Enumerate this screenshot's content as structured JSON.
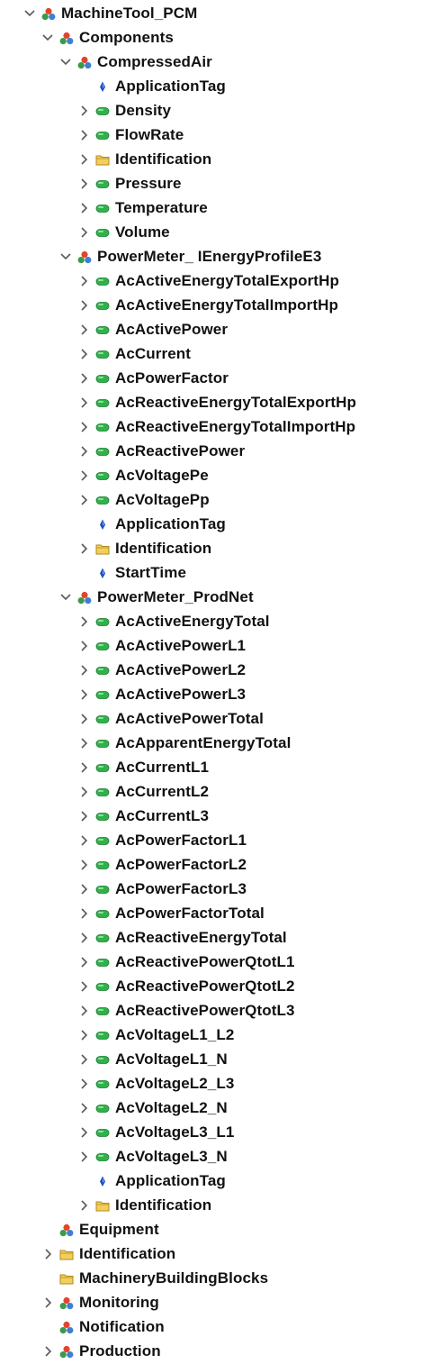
{
  "colors": {
    "text": "#111111",
    "twisty": "#595959",
    "variable_green": "#2fb24a",
    "folder_yellow": "#f2cf5b",
    "property_blue": "#1f4fc4",
    "object_red": "#e2452b",
    "object_green": "#3a9a4a",
    "object_blue": "#3f7fd3"
  },
  "tree": [
    {
      "level": 0,
      "twisty": "expanded",
      "icon": "object-icon",
      "label": "MachineTool_PCM"
    },
    {
      "level": 1,
      "twisty": "expanded",
      "icon": "object-icon",
      "label": "Components"
    },
    {
      "level": 2,
      "twisty": "expanded",
      "icon": "object-icon",
      "label": "CompressedAir"
    },
    {
      "level": 3,
      "twisty": "none",
      "icon": "property-icon",
      "label": "ApplicationTag"
    },
    {
      "level": 3,
      "twisty": "collapsed",
      "icon": "variable-icon",
      "label": "Density"
    },
    {
      "level": 3,
      "twisty": "collapsed",
      "icon": "variable-icon",
      "label": "FlowRate"
    },
    {
      "level": 3,
      "twisty": "collapsed",
      "icon": "folder-icon",
      "label": "Identification"
    },
    {
      "level": 3,
      "twisty": "collapsed",
      "icon": "variable-icon",
      "label": "Pressure"
    },
    {
      "level": 3,
      "twisty": "collapsed",
      "icon": "variable-icon",
      "label": "Temperature"
    },
    {
      "level": 3,
      "twisty": "collapsed",
      "icon": "variable-icon",
      "label": "Volume"
    },
    {
      "level": 2,
      "twisty": "expanded",
      "icon": "object-icon",
      "label": "PowerMeter_ IEnergyProfileE3"
    },
    {
      "level": 3,
      "twisty": "collapsed",
      "icon": "variable-icon",
      "label": "AcActiveEnergyTotalExportHp"
    },
    {
      "level": 3,
      "twisty": "collapsed",
      "icon": "variable-icon",
      "label": "AcActiveEnergyTotalImportHp"
    },
    {
      "level": 3,
      "twisty": "collapsed",
      "icon": "variable-icon",
      "label": "AcActivePower"
    },
    {
      "level": 3,
      "twisty": "collapsed",
      "icon": "variable-icon",
      "label": "AcCurrent"
    },
    {
      "level": 3,
      "twisty": "collapsed",
      "icon": "variable-icon",
      "label": "AcPowerFactor"
    },
    {
      "level": 3,
      "twisty": "collapsed",
      "icon": "variable-icon",
      "label": "AcReactiveEnergyTotalExportHp"
    },
    {
      "level": 3,
      "twisty": "collapsed",
      "icon": "variable-icon",
      "label": "AcReactiveEnergyTotalImportHp"
    },
    {
      "level": 3,
      "twisty": "collapsed",
      "icon": "variable-icon",
      "label": "AcReactivePower"
    },
    {
      "level": 3,
      "twisty": "collapsed",
      "icon": "variable-icon",
      "label": "AcVoltagePe"
    },
    {
      "level": 3,
      "twisty": "collapsed",
      "icon": "variable-icon",
      "label": "AcVoltagePp"
    },
    {
      "level": 3,
      "twisty": "none",
      "icon": "property-icon",
      "label": "ApplicationTag"
    },
    {
      "level": 3,
      "twisty": "collapsed",
      "icon": "folder-icon",
      "label": "Identification"
    },
    {
      "level": 3,
      "twisty": "none",
      "icon": "property-icon",
      "label": "StartTime"
    },
    {
      "level": 2,
      "twisty": "expanded",
      "icon": "object-icon",
      "label": "PowerMeter_ProdNet"
    },
    {
      "level": 3,
      "twisty": "collapsed",
      "icon": "variable-icon",
      "label": "AcActiveEnergyTotal"
    },
    {
      "level": 3,
      "twisty": "collapsed",
      "icon": "variable-icon",
      "label": "AcActivePowerL1"
    },
    {
      "level": 3,
      "twisty": "collapsed",
      "icon": "variable-icon",
      "label": "AcActivePowerL2"
    },
    {
      "level": 3,
      "twisty": "collapsed",
      "icon": "variable-icon",
      "label": "AcActivePowerL3"
    },
    {
      "level": 3,
      "twisty": "collapsed",
      "icon": "variable-icon",
      "label": "AcActivePowerTotal"
    },
    {
      "level": 3,
      "twisty": "collapsed",
      "icon": "variable-icon",
      "label": "AcApparentEnergyTotal"
    },
    {
      "level": 3,
      "twisty": "collapsed",
      "icon": "variable-icon",
      "label": "AcCurrentL1"
    },
    {
      "level": 3,
      "twisty": "collapsed",
      "icon": "variable-icon",
      "label": "AcCurrentL2"
    },
    {
      "level": 3,
      "twisty": "collapsed",
      "icon": "variable-icon",
      "label": "AcCurrentL3"
    },
    {
      "level": 3,
      "twisty": "collapsed",
      "icon": "variable-icon",
      "label": "AcPowerFactorL1"
    },
    {
      "level": 3,
      "twisty": "collapsed",
      "icon": "variable-icon",
      "label": "AcPowerFactorL2"
    },
    {
      "level": 3,
      "twisty": "collapsed",
      "icon": "variable-icon",
      "label": "AcPowerFactorL3"
    },
    {
      "level": 3,
      "twisty": "collapsed",
      "icon": "variable-icon",
      "label": "AcPowerFactorTotal"
    },
    {
      "level": 3,
      "twisty": "collapsed",
      "icon": "variable-icon",
      "label": "AcReactiveEnergyTotal"
    },
    {
      "level": 3,
      "twisty": "collapsed",
      "icon": "variable-icon",
      "label": "AcReactivePowerQtotL1"
    },
    {
      "level": 3,
      "twisty": "collapsed",
      "icon": "variable-icon",
      "label": "AcReactivePowerQtotL2"
    },
    {
      "level": 3,
      "twisty": "collapsed",
      "icon": "variable-icon",
      "label": "AcReactivePowerQtotL3"
    },
    {
      "level": 3,
      "twisty": "collapsed",
      "icon": "variable-icon",
      "label": "AcVoltageL1_L2"
    },
    {
      "level": 3,
      "twisty": "collapsed",
      "icon": "variable-icon",
      "label": "AcVoltageL1_N"
    },
    {
      "level": 3,
      "twisty": "collapsed",
      "icon": "variable-icon",
      "label": "AcVoltageL2_L3"
    },
    {
      "level": 3,
      "twisty": "collapsed",
      "icon": "variable-icon",
      "label": "AcVoltageL2_N"
    },
    {
      "level": 3,
      "twisty": "collapsed",
      "icon": "variable-icon",
      "label": "AcVoltageL3_L1"
    },
    {
      "level": 3,
      "twisty": "collapsed",
      "icon": "variable-icon",
      "label": "AcVoltageL3_N"
    },
    {
      "level": 3,
      "twisty": "none",
      "icon": "property-icon",
      "label": "ApplicationTag"
    },
    {
      "level": 3,
      "twisty": "collapsed",
      "icon": "folder-icon",
      "label": "Identification"
    },
    {
      "level": 1,
      "twisty": "none",
      "icon": "object-icon",
      "label": "Equipment"
    },
    {
      "level": 1,
      "twisty": "collapsed",
      "icon": "folder-icon",
      "label": "Identification"
    },
    {
      "level": 1,
      "twisty": "none",
      "icon": "folder-icon",
      "label": "MachineryBuildingBlocks"
    },
    {
      "level": 1,
      "twisty": "collapsed",
      "icon": "object-icon",
      "label": "Monitoring"
    },
    {
      "level": 1,
      "twisty": "none",
      "icon": "object-icon",
      "label": "Notification"
    },
    {
      "level": 1,
      "twisty": "collapsed",
      "icon": "object-icon",
      "label": "Production"
    }
  ]
}
